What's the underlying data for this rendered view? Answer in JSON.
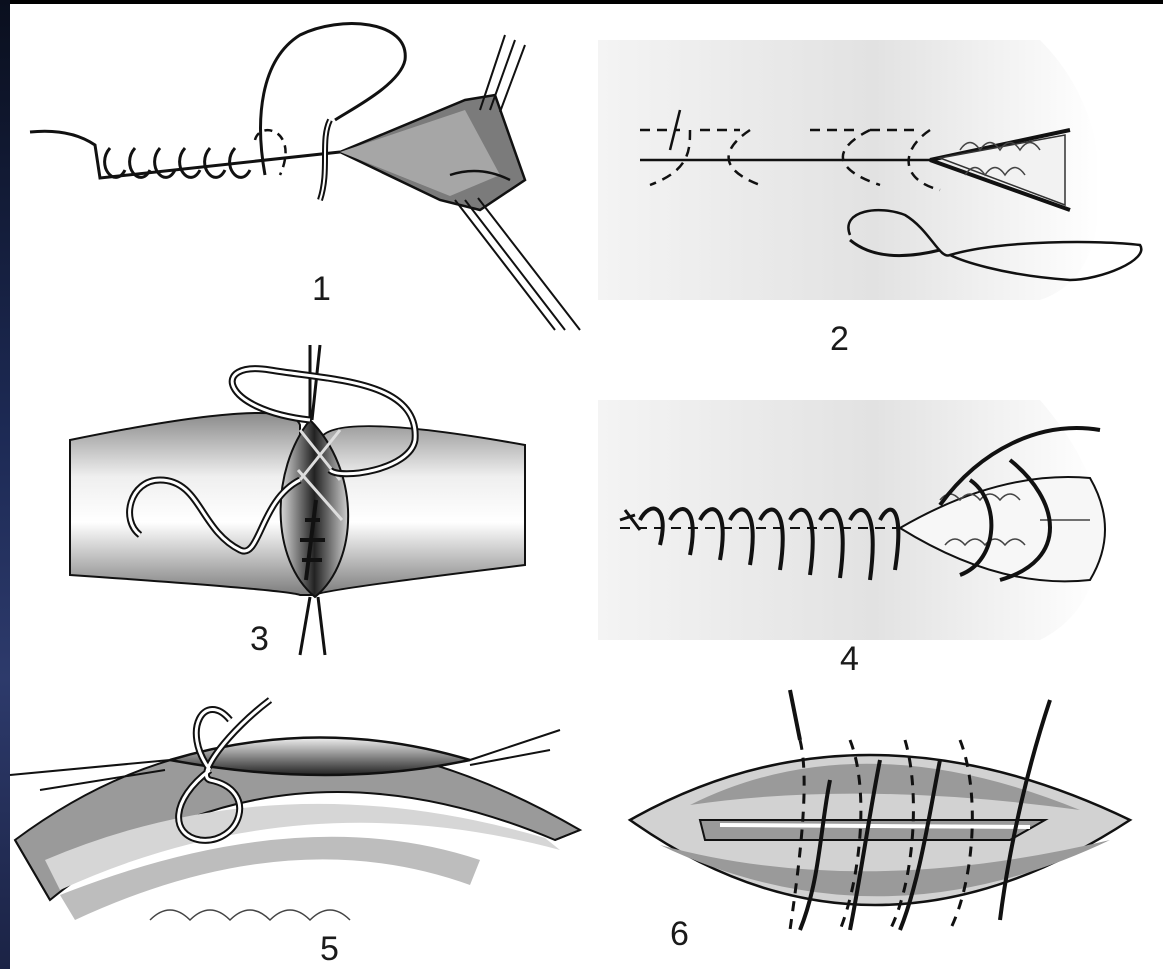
{
  "figure": {
    "labels": {
      "p1": "1",
      "p2": "2",
      "p3": "3",
      "p4": "4",
      "p5": "5",
      "p6": "6"
    }
  },
  "colors": {
    "ink": "#111111",
    "tissue_light": "#e6e6e6",
    "tissue_mid": "#b9b9b9",
    "tissue_dark": "#6f6f6f",
    "frame": "#000000",
    "frame_accent": "#26335f"
  }
}
